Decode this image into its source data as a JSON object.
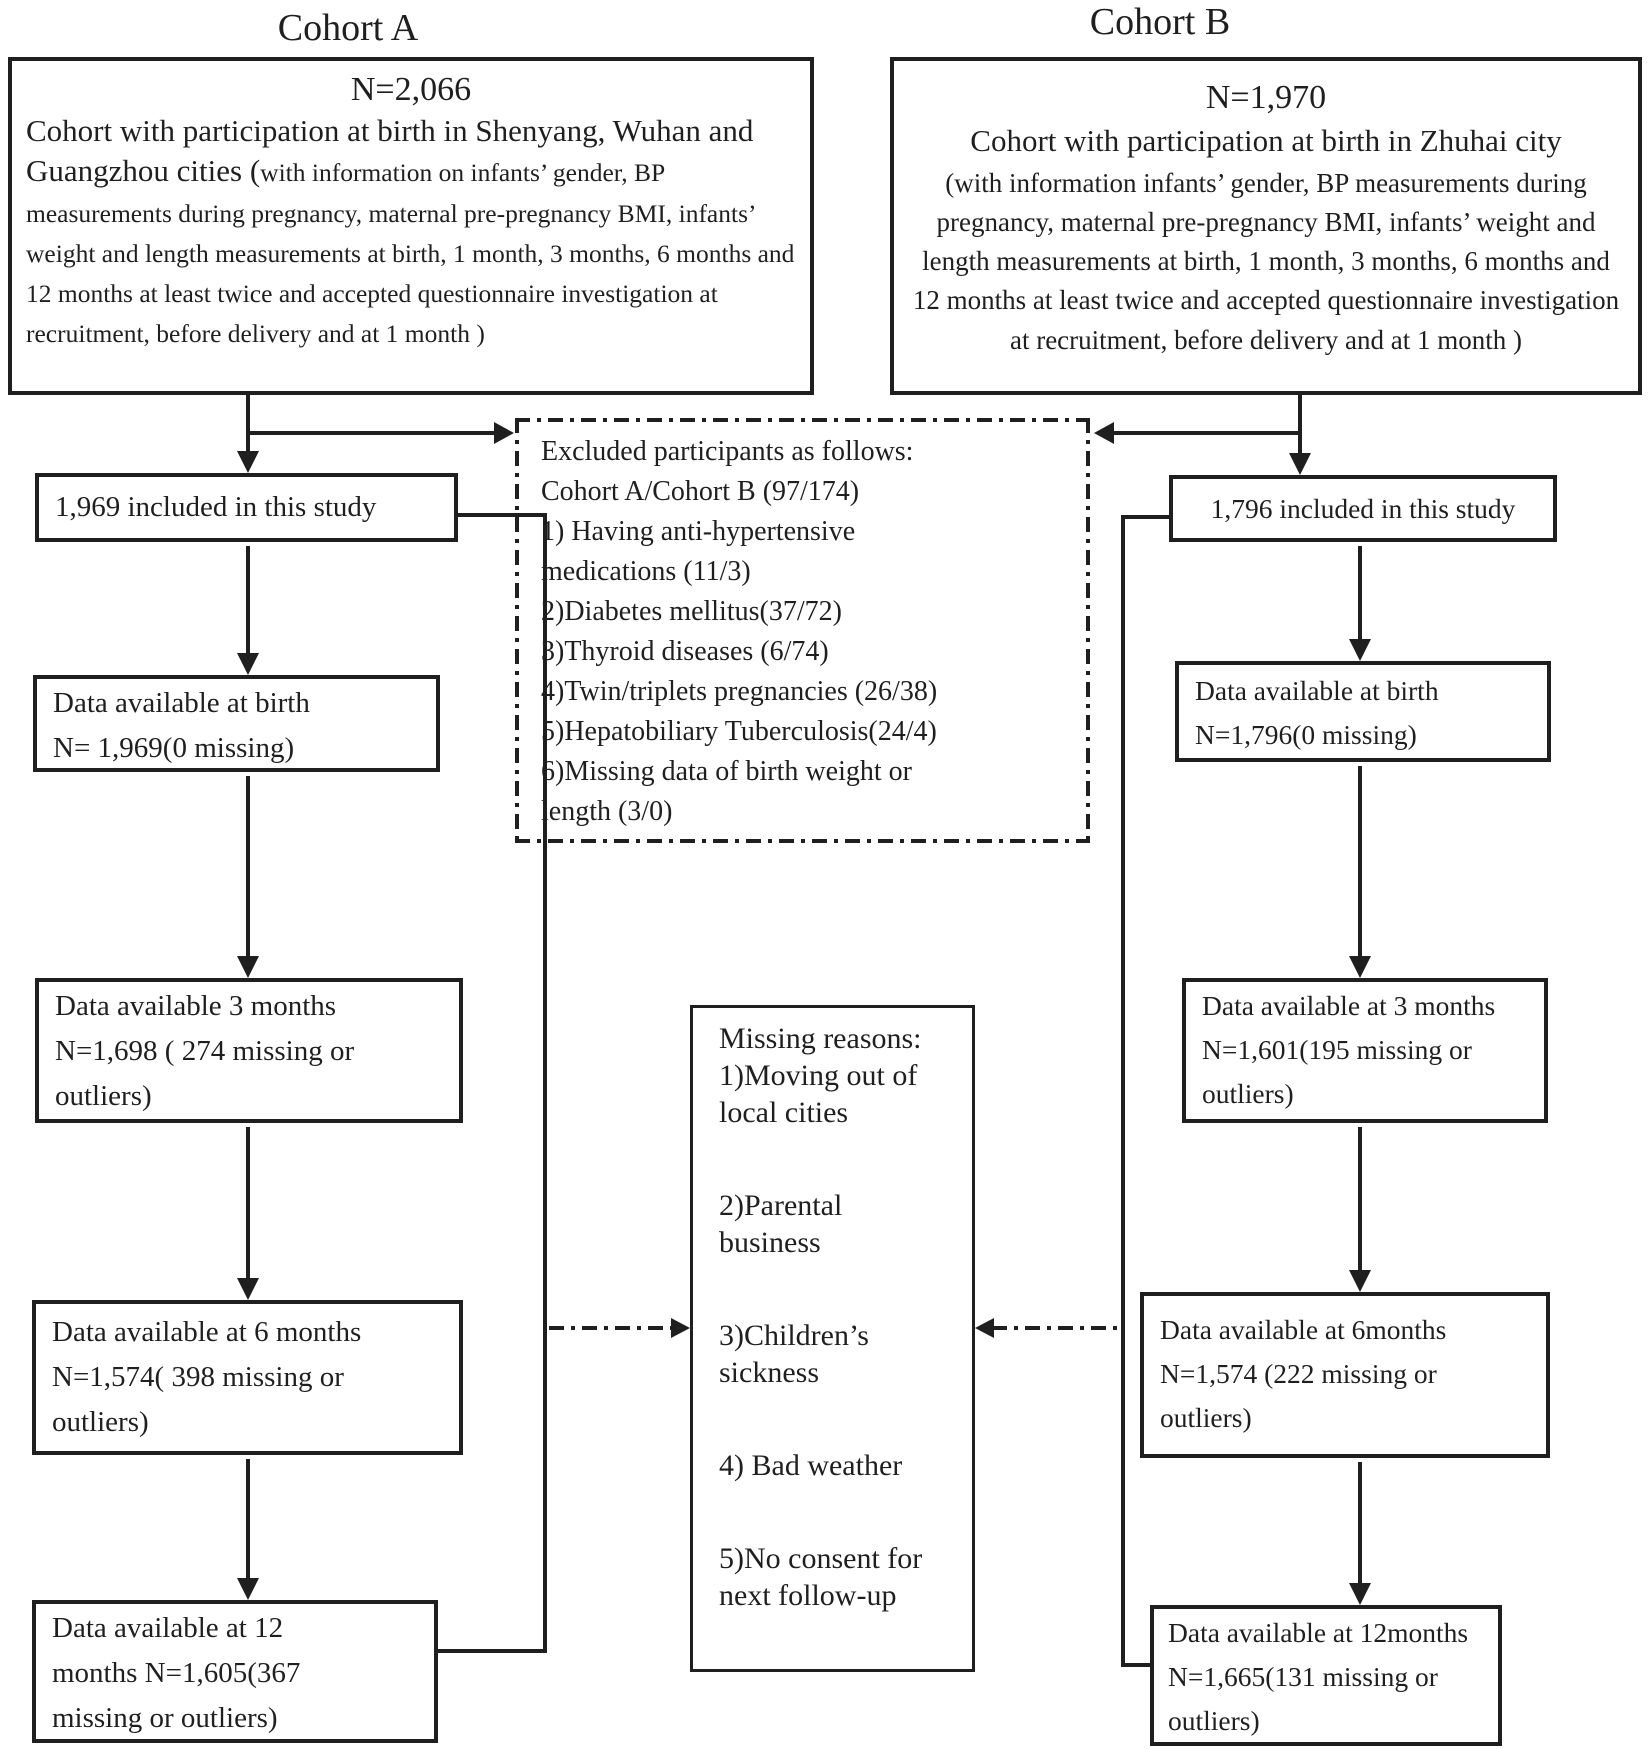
{
  "page": {
    "background": "#ffffff",
    "ink": "#1f1f1f"
  },
  "cohort_a": {
    "title": "Cohort A",
    "source_box": {
      "n": "N=2,066",
      "lead": "Cohort with participation at birth in Shenyang, Wuhan and Guangzhou cities (",
      "detail": "with information on infants’ gender, BP measurements during pregnancy, maternal pre-pregnancy BMI, infants’ weight and length measurements at birth, 1 month, 3 months, 6 months and 12 months at least twice and accepted questionnaire investigation at recruitment, before delivery and at 1 month )"
    },
    "included_box": {
      "label": "1,969 included in this study"
    },
    "birth_box": {
      "label": "Data available at birth\nN= 1,969(0 missing)"
    },
    "m3_box": {
      "label": "Data available 3 months\nN=1,698 ( 274 missing or\noutliers)"
    },
    "m6_box": {
      "label": "Data available at 6 months\nN=1,574( 398 missing or\noutliers)"
    },
    "m12_box": {
      "label": "Data available at 12\nmonths N=1,605(367\nmissing or outliers)"
    }
  },
  "cohort_b": {
    "title": "Cohort B",
    "source_box": {
      "n": "N=1,970",
      "lead": "Cohort with participation at birth in Zhuhai city",
      "detail": "(with information infants’ gender, BP measurements during pregnancy, maternal pre-pregnancy BMI, infants’ weight and length measurements at birth, 1 month, 3 months, 6 months and 12 months at least twice and accepted questionnaire investigation at recruitment, before delivery and at 1 month )"
    },
    "included_box": {
      "label": "1,796 included in this study"
    },
    "birth_box": {
      "label": "Data available at birth\nN=1,796(0 missing)"
    },
    "m3_box": {
      "label": "Data available at 3 months\nN=1,601(195 missing or\noutliers)"
    },
    "m6_box": {
      "label": "Data available at 6months\nN=1,574 (222 missing or\noutliers)"
    },
    "m12_box": {
      "label": "Data available at 12months\nN=1,665(131 missing or\noutliers)"
    }
  },
  "excluded_box": {
    "title": "Excluded participants as follows:",
    "subtitle": "Cohort A/Cohort B (97/174)",
    "items": [
      "1) Having anti-hypertensive\nmedications (11/3)",
      "2)Diabetes mellitus(37/72)",
      "3)Thyroid diseases (6/74)",
      "4)Twin/triplets pregnancies (26/38)",
      "5)Hepatobiliary Tuberculosis(24/4)",
      "6)Missing data of birth weight or\nlength (3/0)"
    ]
  },
  "missing_box": {
    "title": "Missing reasons:",
    "items": [
      "1)Moving out of\nlocal cities",
      "2)Parental\nbusiness",
      "3)Children’s\nsickness",
      "4) Bad weather",
      "5)No consent for\nnext follow-up"
    ]
  }
}
